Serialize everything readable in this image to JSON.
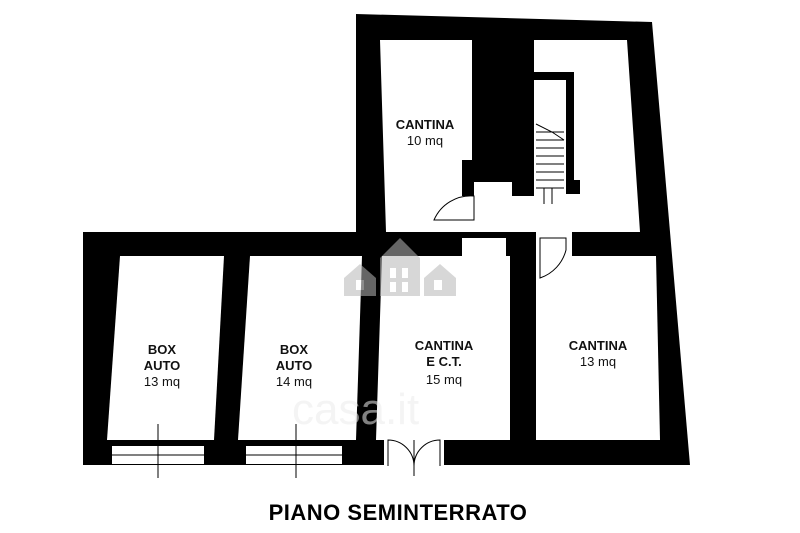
{
  "plan": {
    "title": "PIANO SEMINTERRATO",
    "rooms": [
      {
        "name": "box-auto-1",
        "label_lines": [
          "BOX",
          "AUTO"
        ],
        "area": "13 mq"
      },
      {
        "name": "box-auto-2",
        "label_lines": [
          "BOX",
          "AUTO"
        ],
        "area": "14 mq"
      },
      {
        "name": "cantina-ct",
        "label_lines": [
          "CANTINA",
          "E C.T."
        ],
        "area": "15 mq"
      },
      {
        "name": "cantina-13",
        "label_lines": [
          "CANTINA"
        ],
        "area": "13 mq"
      },
      {
        "name": "cantina-10",
        "label_lines": [
          "CANTINA"
        ],
        "area": "10 mq"
      }
    ]
  },
  "watermark": {
    "text": "casa.it",
    "icon": "house-logo-icon"
  },
  "colors": {
    "wall": "#000000",
    "background": "#ffffff",
    "watermark": "#e8e8e8"
  }
}
